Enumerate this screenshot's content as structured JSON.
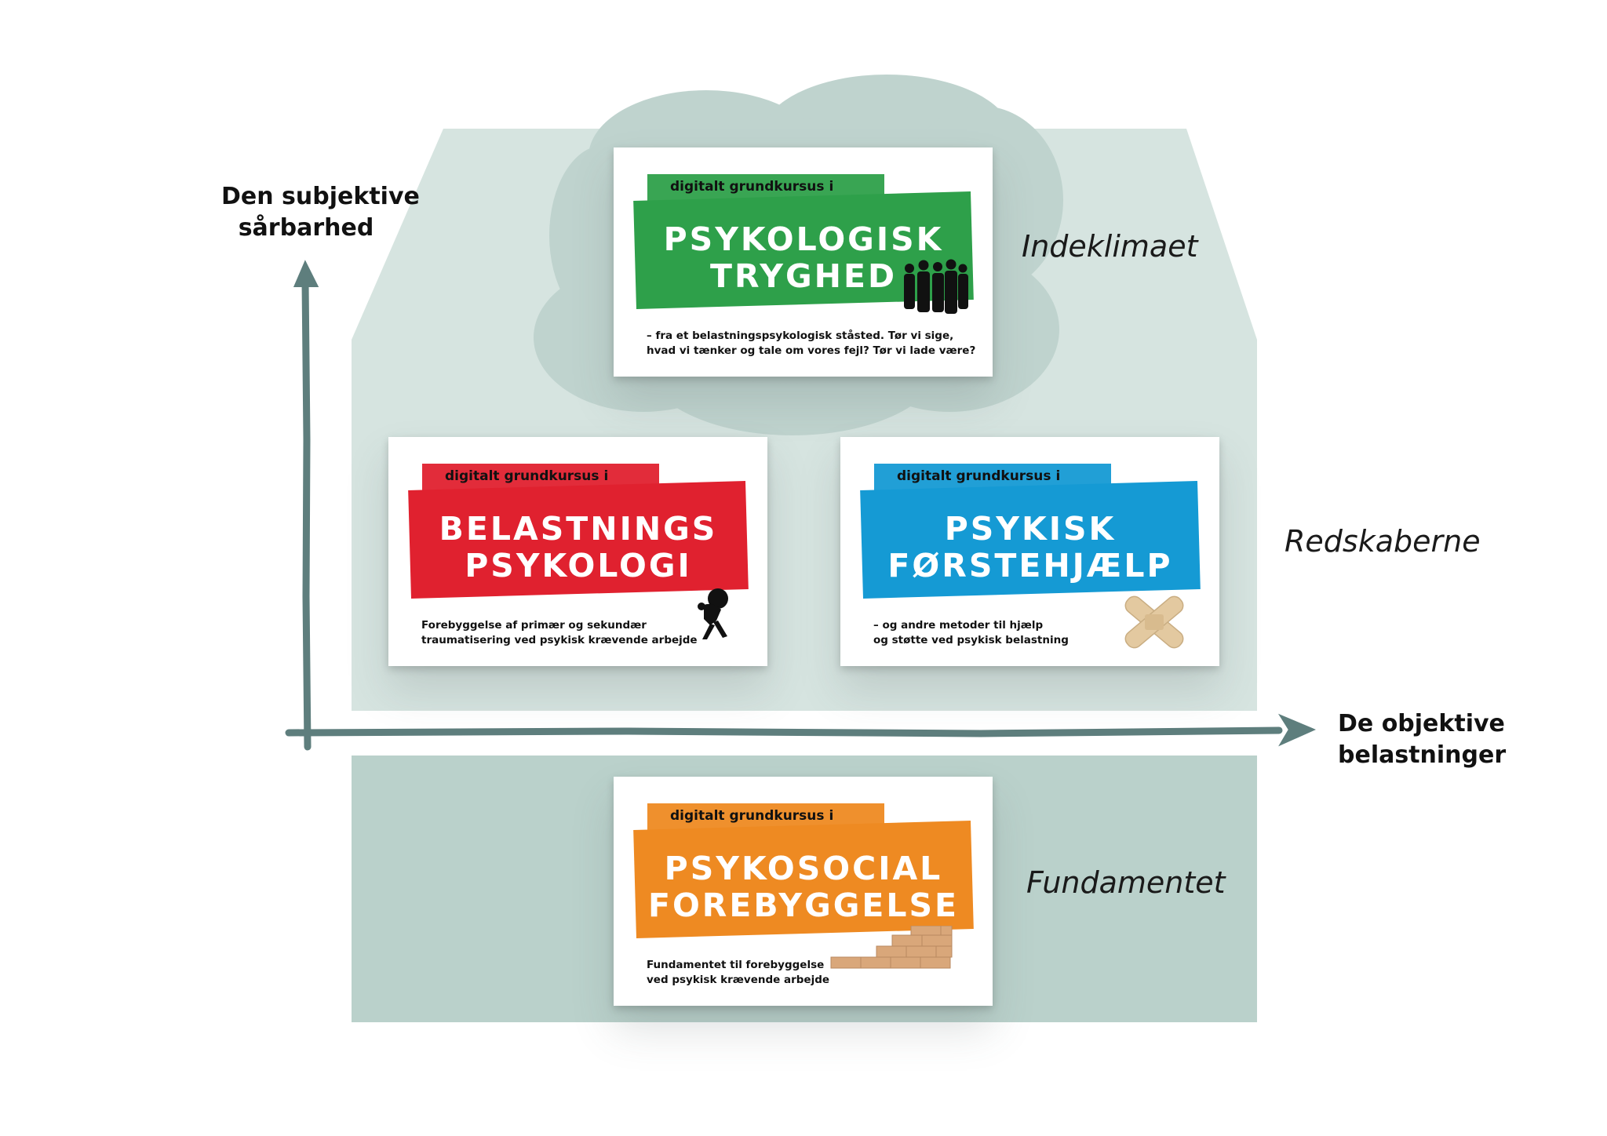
{
  "axes": {
    "y_label": [
      "Den subjektive",
      "sårbarhed"
    ],
    "x_label": [
      "De objektive",
      "belastninger"
    ]
  },
  "zones": {
    "indeklimaet": "Indeklimaet",
    "redskaberne": "Redskaberne",
    "fundamentet": "Fundamentet"
  },
  "cards": {
    "tryghed": {
      "tag": "digitalt grundkursus i",
      "title": [
        "PSYKOLOGISK",
        "TRYGHED"
      ],
      "desc": [
        "– fra et belastningspsykologisk ståsted. Tør vi sige,",
        "hvad vi tænker og tale om vores fejl? Tør vi lade være?"
      ],
      "color": "#2ea04a",
      "icon": "people-silhouette-icon"
    },
    "belastning": {
      "tag": "digitalt grundkursus i",
      "title": [
        "BELASTNINGS",
        "PSYKOLOGI"
      ],
      "desc": [
        "Forebyggelse af primær og sekundær",
        "traumatisering ved psykisk krævende arbejde"
      ],
      "color": "#e0212f",
      "icon": "carrying-burden-icon"
    },
    "foerstehjaelp": {
      "tag": "digitalt grundkursus i",
      "title": [
        "PSYKISK",
        "FØRSTEHJÆLP"
      ],
      "desc": [
        "– og andre metoder til hjælp",
        "og støtte ved psykisk belastning"
      ],
      "color": "#159ad4",
      "icon": "bandage-cross-icon"
    },
    "psykosocial": {
      "tag": "digitalt grundkursus i",
      "title": [
        "PSYKOSOCIAL",
        "FOREBYGGELSE"
      ],
      "desc": [
        "Fundamentet til forebyggelse",
        "ved psykisk krævende arbejde"
      ],
      "color": "#ee8a22",
      "icon": "bricks-stairs-icon"
    }
  },
  "colors": {
    "house": "#d6e4e0",
    "cloud": "#bfd3ce",
    "foundation": "#bad1cb",
    "axis": "#5e7e7d"
  }
}
